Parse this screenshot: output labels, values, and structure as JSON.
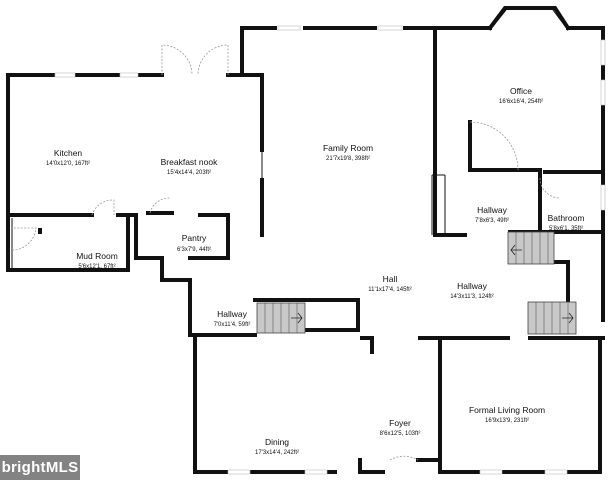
{
  "rooms": {
    "kitchen": {
      "name": "Kitchen",
      "dim": "14'0x12'0, 167ft²"
    },
    "breakfast": {
      "name": "Breakfast nook",
      "dim": "15'4x14'4, 203ft²"
    },
    "family": {
      "name": "Family Room",
      "dim": "21'7x19'8, 398ft²"
    },
    "office": {
      "name": "Office",
      "dim": "16'6x16'4, 254ft²"
    },
    "hallway_upper": {
      "name": "Hallway",
      "dim": "7'8x6'3, 49ft²"
    },
    "bathroom": {
      "name": "Bathroom",
      "dim": "5'8x6'1, 35ft²"
    },
    "pantry": {
      "name": "Pantry",
      "dim": "6'3x7'9, 44ft²"
    },
    "mudroom": {
      "name": "Mud Room",
      "dim": "5'6x12'1, 67ft²"
    },
    "hall": {
      "name": "Hall",
      "dim": "11'1x17'4, 145ft²"
    },
    "hallway_right": {
      "name": "Hallway",
      "dim": "14'3x11'3, 124ft²"
    },
    "hallway_left": {
      "name": "Hallway",
      "dim": "7'0x11'4, 59ft²"
    },
    "dining": {
      "name": "Dining",
      "dim": "17'3x14'4, 242ft²"
    },
    "foyer": {
      "name": "Foyer",
      "dim": "8'6x12'5, 103ft²"
    },
    "living": {
      "name": "Formal Living Room",
      "dim": "16'9x13'9, 231ft²"
    }
  },
  "watermark": "brightMLS",
  "colors": {
    "wall": "#111111",
    "stair": "#c8c8c8",
    "background": "#ffffff"
  }
}
